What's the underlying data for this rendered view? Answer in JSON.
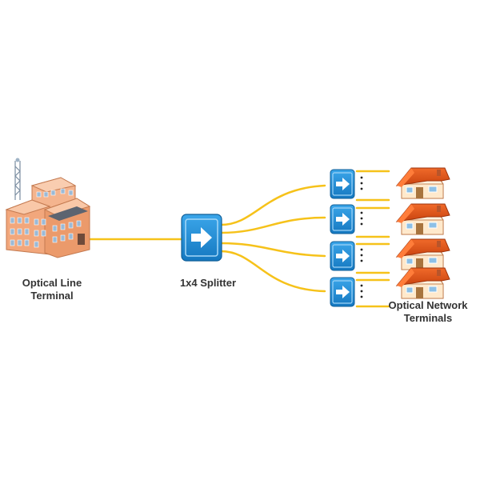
{
  "diagram": {
    "olt_label_line1": "Optical Line",
    "olt_label_line2": "Terminal",
    "splitter_label": "1x4 Splitter",
    "ont_label_line1": "Optical Network",
    "ont_label_line2": "Terminals"
  },
  "colors": {
    "fiber": "#f6c21a",
    "splitter_blue": "#1d8fd8",
    "splitter_dark": "#156aa6",
    "building": "#f2a77c",
    "roof": "#e1541c",
    "house_wall": "#fff3e0"
  },
  "icons": [
    "building-icon",
    "splitter-icon",
    "ont-icon",
    "house-icon"
  ]
}
